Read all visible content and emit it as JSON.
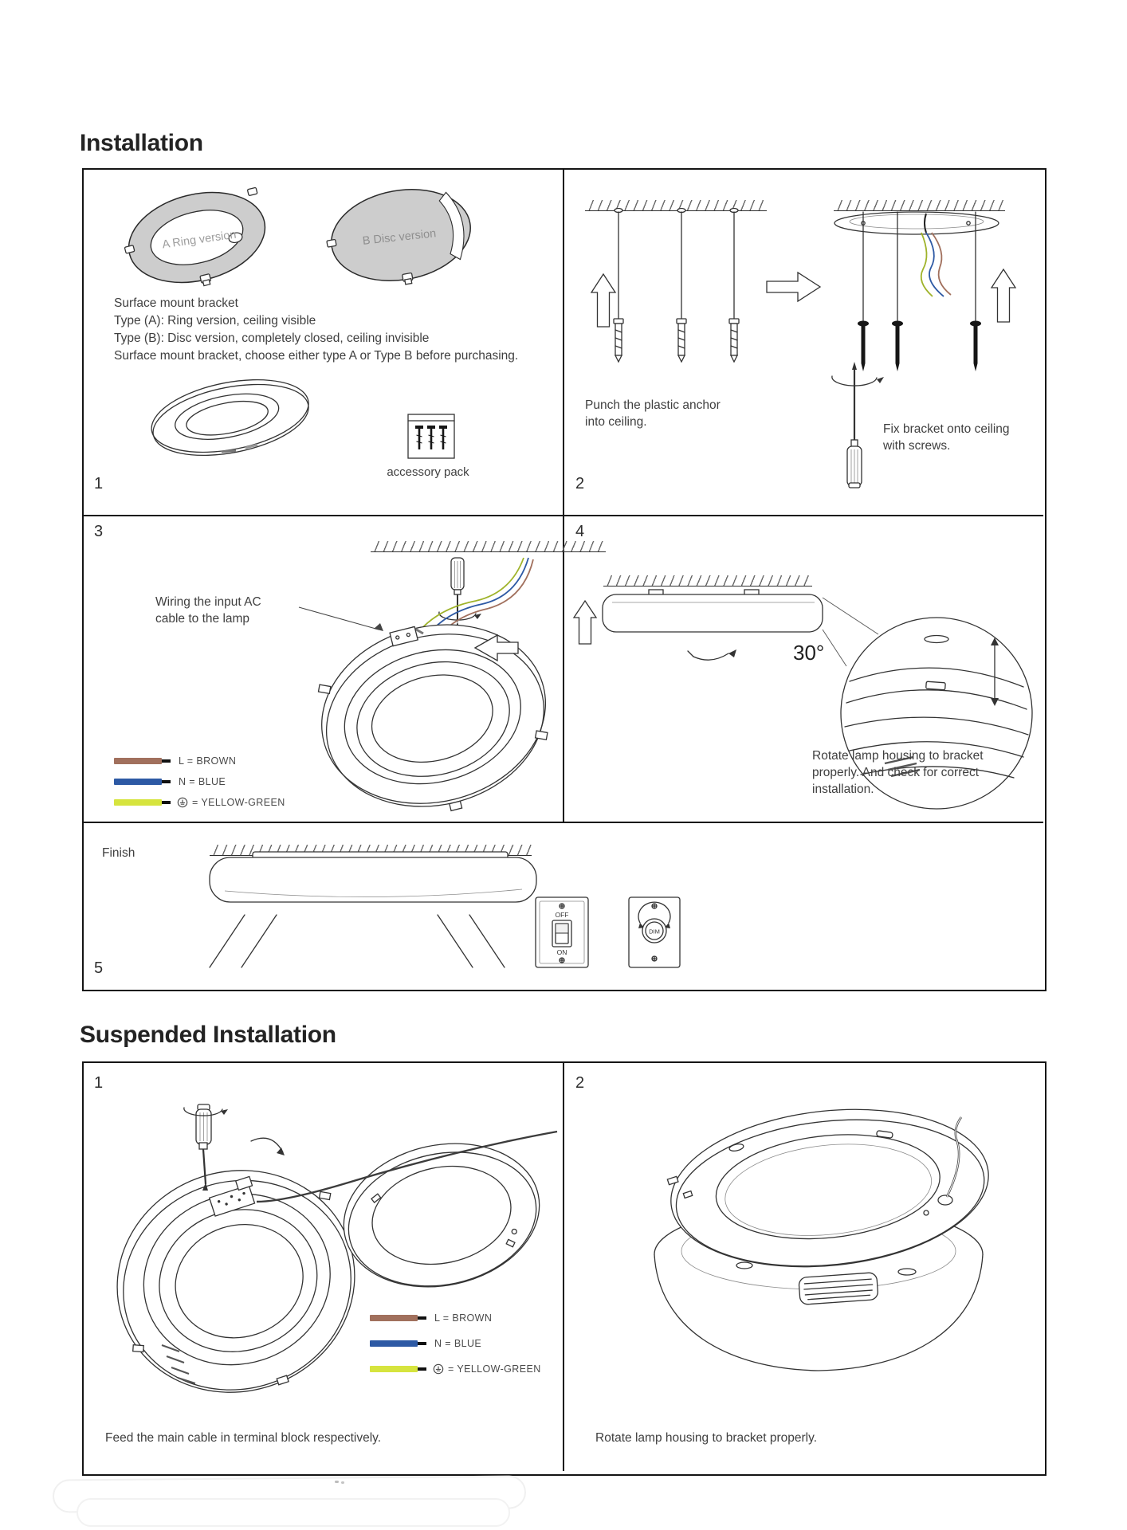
{
  "installation": {
    "title": "Installation",
    "panel1": {
      "number": "1",
      "bracket_a": "A Ring version",
      "bracket_b": "B Disc version",
      "line1": "Surface mount bracket",
      "line2": "Type (A): Ring version, ceiling visible",
      "line3": "Type (B): Disc version, completely closed, ceiling invisible",
      "line4": "Surface mount bracket, choose either type A or Type B before purchasing.",
      "accessory": "accessory pack"
    },
    "panel2": {
      "number": "2",
      "anchor_caption_1": "Punch the plastic anchor",
      "anchor_caption_2": "into ceiling.",
      "screw_caption_1": "Fix bracket onto ceiling",
      "screw_caption_2": "with screws."
    },
    "panel3": {
      "number": "3",
      "wiring_caption_1": "Wiring the input AC",
      "wiring_caption_2": "cable to the lamp"
    },
    "panel4": {
      "number": "4",
      "angle": "30°",
      "caption_1": "Rotate lamp housing to bracket",
      "caption_2": "properly. And check for correct",
      "caption_3": "installation."
    },
    "panel5": {
      "number": "5",
      "finish": "Finish",
      "off": "OFF",
      "on": "ON",
      "dim": "DIM"
    }
  },
  "legend": {
    "brown": {
      "label": "L = BROWN",
      "color": "#a1705d"
    },
    "blue": {
      "label": "N = BLUE",
      "color": "#2d59a4"
    },
    "earth": {
      "label": "= YELLOW-GREEN",
      "color": "#d6e43e"
    }
  },
  "suspended": {
    "title": "Suspended Installation",
    "panel1": {
      "number": "1",
      "caption": "Feed the main cable in terminal block respectively."
    },
    "panel2": {
      "number": "2",
      "caption": "Rotate lamp housing to bracket properly."
    }
  }
}
